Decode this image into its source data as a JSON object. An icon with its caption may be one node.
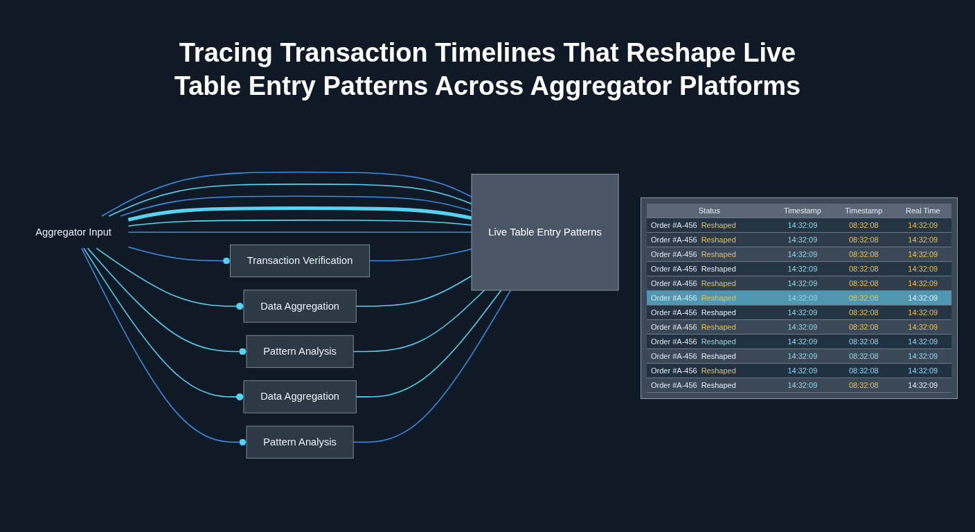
{
  "diagram": {
    "title": "Tracing Transaction Timelines That Reshape Live Table Entry Patterns Across Aggregator Platforms",
    "nodes": [
      {
        "text": [
          "Aggregator Input"
        ]
      },
      {
        "text": [
          "Transaction Verification"
        ]
      },
      {
        "text": [
          "Data Aggregation"
        ]
      },
      {
        "text": [
          "Pattern Analysis"
        ]
      },
      {
        "text": [
          "Data Aggregation"
        ]
      },
      {
        "text": [
          "Pattern Analysis"
        ]
      },
      {
        "text": [
          "Live Table Entry Patterns"
        ]
      }
    ],
    "edges": [
      {
        "from": 0,
        "to": 1,
        "arrow": "other",
        "color": "#3a8ee6"
      },
      {
        "from": 0,
        "to": 2,
        "arrow": "other"
      },
      {
        "from": 0,
        "to": 3,
        "arrow": "other"
      },
      {
        "from": 0,
        "to": 4,
        "arrow": "other"
      },
      {
        "from": 0,
        "to": 5,
        "arrow": "other",
        "color": "#3a8ee6"
      },
      {
        "from": 0,
        "to": 6,
        "arrow": "none",
        "color": "#3a8ee6"
      },
      {
        "from": 0,
        "to": 6,
        "arrow": "none"
      },
      {
        "from": 0,
        "to": 6,
        "arrow": "none",
        "color": "#3a8ee6"
      },
      {
        "from": 0,
        "to": 6,
        "arrow": "none",
        "style": "thick"
      },
      {
        "from": 0,
        "to": 6,
        "arrow": "none"
      },
      {
        "from": 0,
        "to": 6,
        "arrow": "none",
        "color": "#3a8ee6"
      },
      {
        "from": 1,
        "to": 6,
        "arrow": "none",
        "color": "#3a8ee6"
      },
      {
        "from": 2,
        "to": 6,
        "arrow": "none"
      },
      {
        "from": 3,
        "to": 6,
        "arrow": "none"
      },
      {
        "from": 4,
        "to": 6,
        "arrow": "none"
      },
      {
        "from": 5,
        "to": 6,
        "arrow": "none",
        "color": "#3a8ee6"
      }
    ],
    "labels": [
      "Status",
      "Timestamp",
      "Timestamp",
      "Real Time",
      "Order #A-456",
      "Reshaped",
      "14:32:09",
      "08:32:08",
      "14:32:09",
      "Order #A-456",
      "Reshaped",
      "14:32:09",
      "08:32:08",
      "14:32:09",
      "Order #A-456",
      "Reshaped",
      "14:32:09",
      "08:32:08",
      "14:32:09",
      "Order #A-456",
      "Reshaped",
      "14:32:09",
      "08:32:08",
      "14:32:09",
      "Order #A-456",
      "Reshaped",
      "14:32:09",
      "08:32:08",
      "14:32:09",
      "Order #A-456",
      "Reshaped",
      "14:32:09",
      "08:32:08",
      "14:32:09",
      "Order #A-456",
      "Reshaped",
      "14:32:09",
      "08:32:08",
      "14:32:09",
      "Order #A-456",
      "Reshaped",
      "14:32:09",
      "08:32:08",
      "14:32:09",
      "Order #A-456",
      "Reshaped",
      "14:32:09",
      "08:32:08",
      "14:32:09",
      "Order #A-456",
      "Reshaped",
      "14:32:09",
      "08:32:08",
      "14:32:09",
      "Order #A-456",
      "Reshaped",
      "14:32:09",
      "08:32:08",
      "14:32:09",
      "Order #A-456",
      "Reshaped",
      "14:32:09",
      "08:32:08",
      "14:32:09"
    ]
  }
}
